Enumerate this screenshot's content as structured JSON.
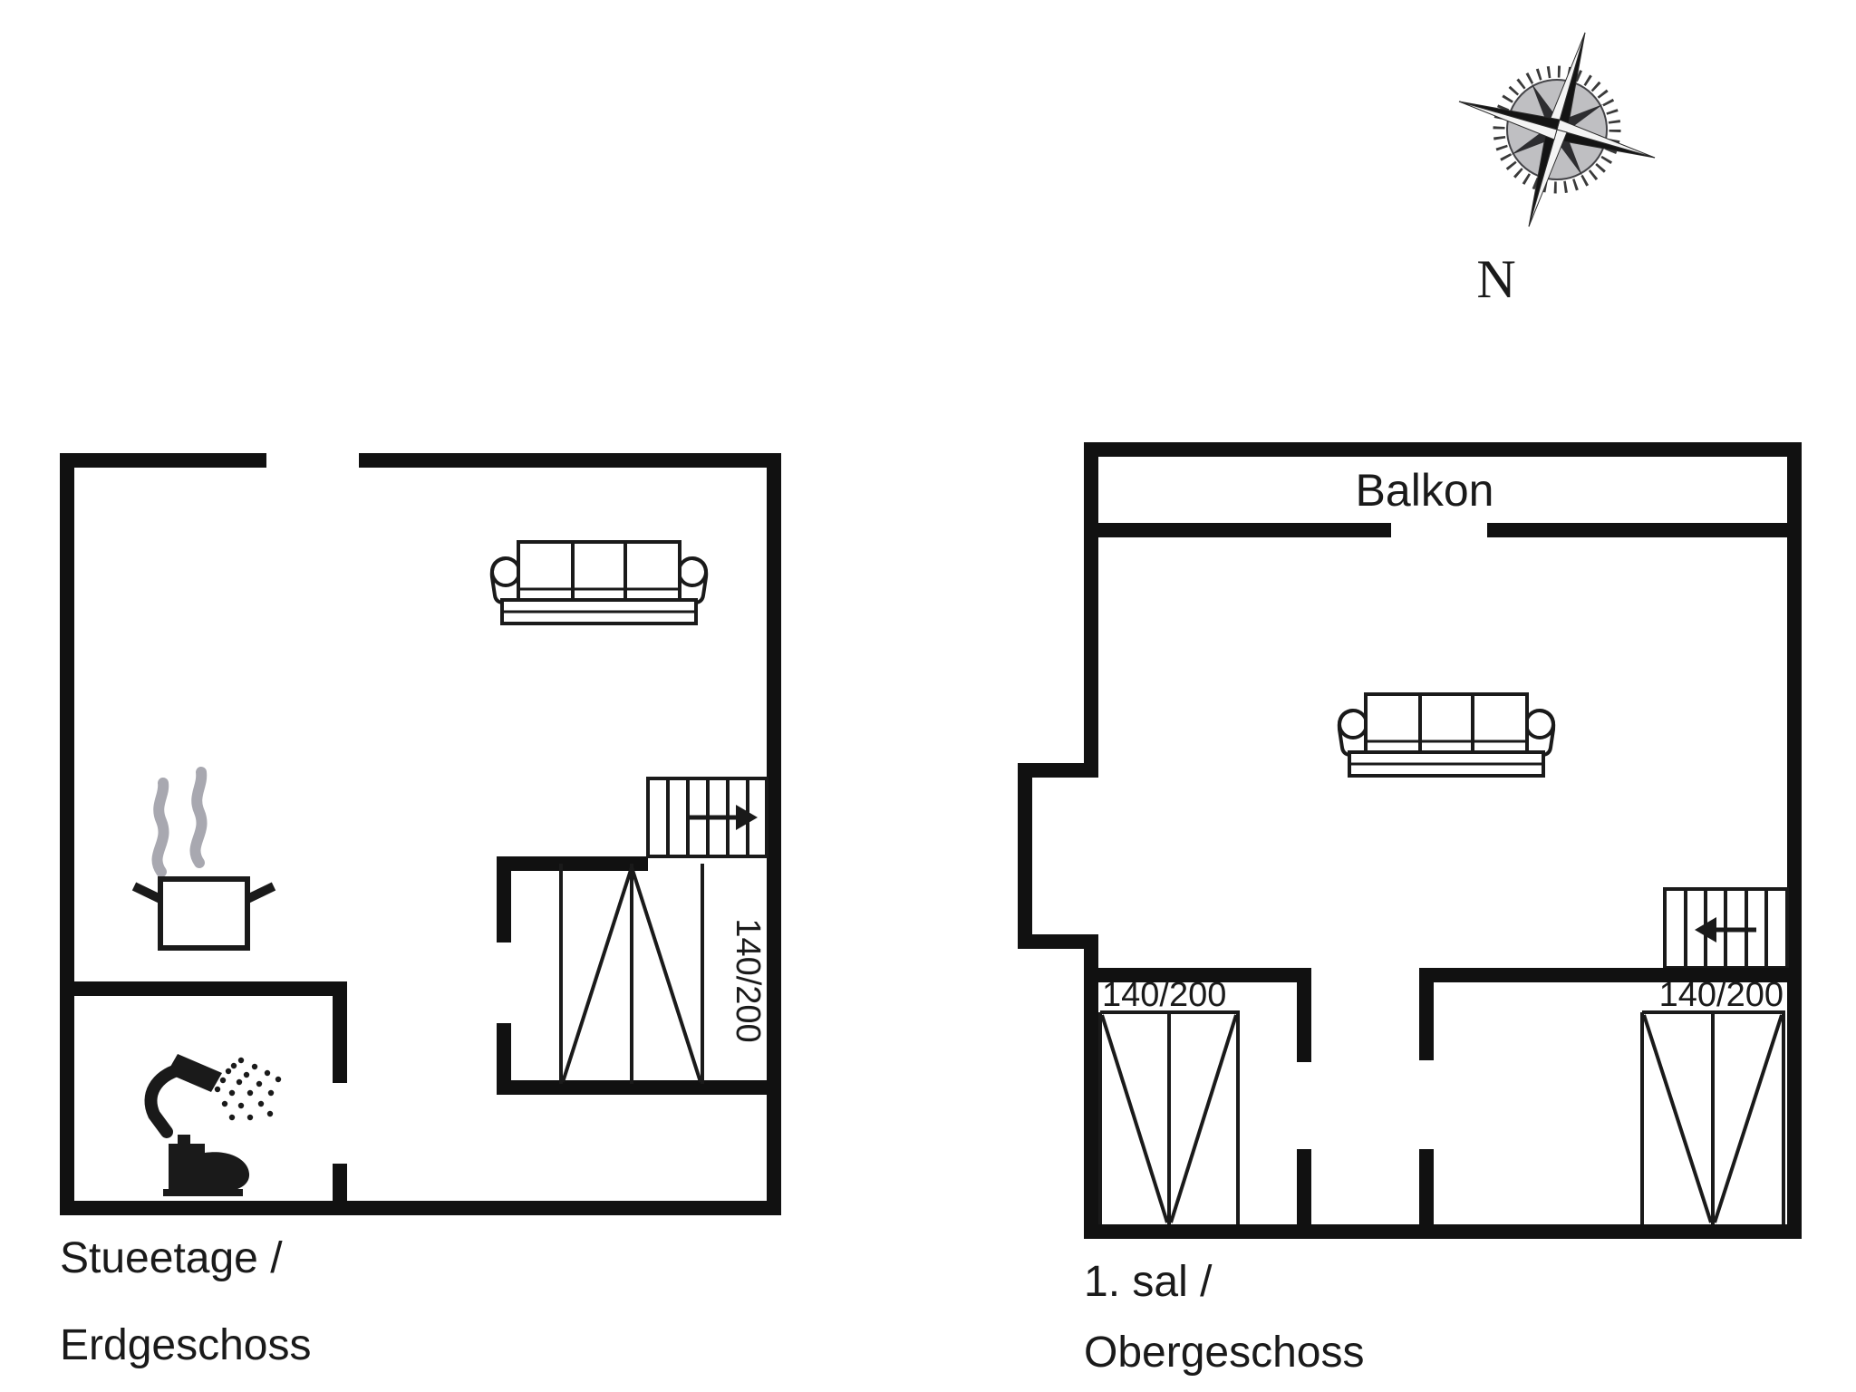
{
  "document": {
    "type": "floor-plan-diagram",
    "background": "#ffffff"
  },
  "colors": {
    "wall": "#111111",
    "outline": "#1a1a1a",
    "steam": "#a8a8b0",
    "text": "#1a1a1a"
  },
  "compass": {
    "north_label": "N"
  },
  "ground_floor": {
    "label_line1": "Stueetage /",
    "label_line2": "Erdgeschoss",
    "bed_size": "140/200",
    "icons": [
      "sofa-icon",
      "stairs-up-icon",
      "double-bed-icon",
      "cooking-pot-icon",
      "steam-icon",
      "shower-icon",
      "toilet-icon"
    ]
  },
  "upper_floor": {
    "label_line1": "1. sal /",
    "label_line2": "Obergeschoss",
    "balcony_label": "Balkon",
    "beds": [
      {
        "size": "140/200"
      },
      {
        "size": "140/200"
      }
    ],
    "icons": [
      "sofa-icon",
      "stairs-down-icon",
      "double-bed-icon",
      "double-bed-icon"
    ]
  }
}
